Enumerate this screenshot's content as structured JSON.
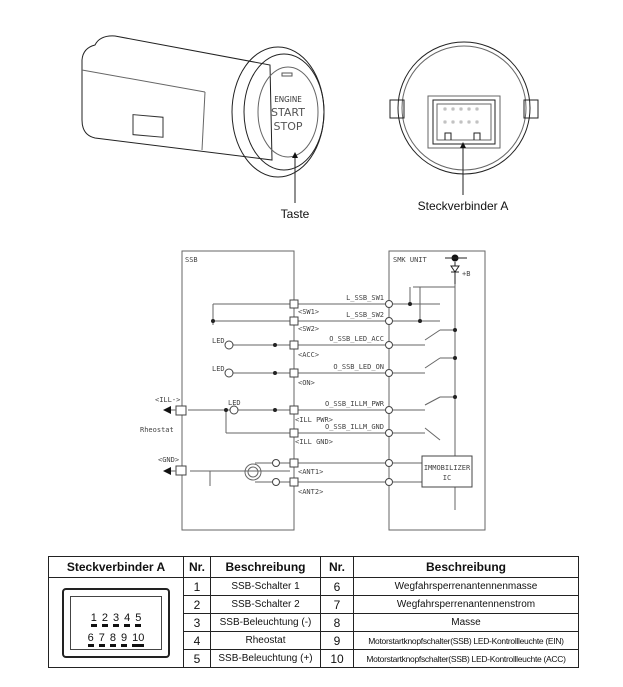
{
  "illustration": {
    "button_face": [
      "ENGINE",
      "START",
      "STOP"
    ],
    "taste_label": "Taste",
    "connector_label": "Steckverbinder A"
  },
  "circuit": {
    "ssb_title": "SSB",
    "smk_title": "SMK UNIT",
    "plus_b": "+B",
    "led": "LED",
    "ill_minus": "<ILL->",
    "rheostat": "Rheostat",
    "gnd": "<GND>",
    "immobilizer": [
      "IMMOBILIZER",
      "IC"
    ],
    "pins": [
      {
        "tag": "<SW1>",
        "signal": "L_SSB_SW1"
      },
      {
        "tag": "<SW2>",
        "signal": "L_SSB_SW2"
      },
      {
        "tag": "<ACC>",
        "signal": "O_SSB_LED_ACC"
      },
      {
        "tag": "<ON>",
        "signal": "O_SSB_LED_ON"
      },
      {
        "tag": "<ILL PWR>",
        "signal": "O_SSB_ILLM_PWR"
      },
      {
        "tag": "<ILL GND>",
        "signal": "O_SSB_ILLM_GND"
      },
      {
        "tag": "<ANT1>",
        "signal": ""
      },
      {
        "tag": "<ANT2>",
        "signal": ""
      }
    ]
  },
  "table": {
    "headers": [
      "Steckverbinder A",
      "Nr.",
      "Beschreibung",
      "Nr.",
      "Beschreibung"
    ],
    "connector_pins_top": [
      "1",
      "2",
      "3",
      "4",
      "5"
    ],
    "connector_pins_bottom": [
      "6",
      "7",
      "8",
      "9",
      "10"
    ],
    "rows": [
      {
        "nr1": "1",
        "desc1": "SSB-Schalter 1",
        "nr2": "6",
        "desc2": "Wegfahrsperrenantennenmasse"
      },
      {
        "nr1": "2",
        "desc1": "SSB-Schalter 2",
        "nr2": "7",
        "desc2": "Wegfahrsperrenantennenstrom"
      },
      {
        "nr1": "3",
        "desc1": "SSB-Beleuchtung (-)",
        "nr2": "8",
        "desc2": "Masse"
      },
      {
        "nr1": "4",
        "desc1": "Rheostat",
        "nr2": "9",
        "desc2": "Motorstartknopfschalter(SSB) LED-Kontrollleuchte (EIN)"
      },
      {
        "nr1": "5",
        "desc1": "SSB-Beleuchtung (+)",
        "nr2": "10",
        "desc2": "Motorstartknopfschalter(SSB) LED-Kontrollleuchte (ACC)"
      }
    ]
  }
}
